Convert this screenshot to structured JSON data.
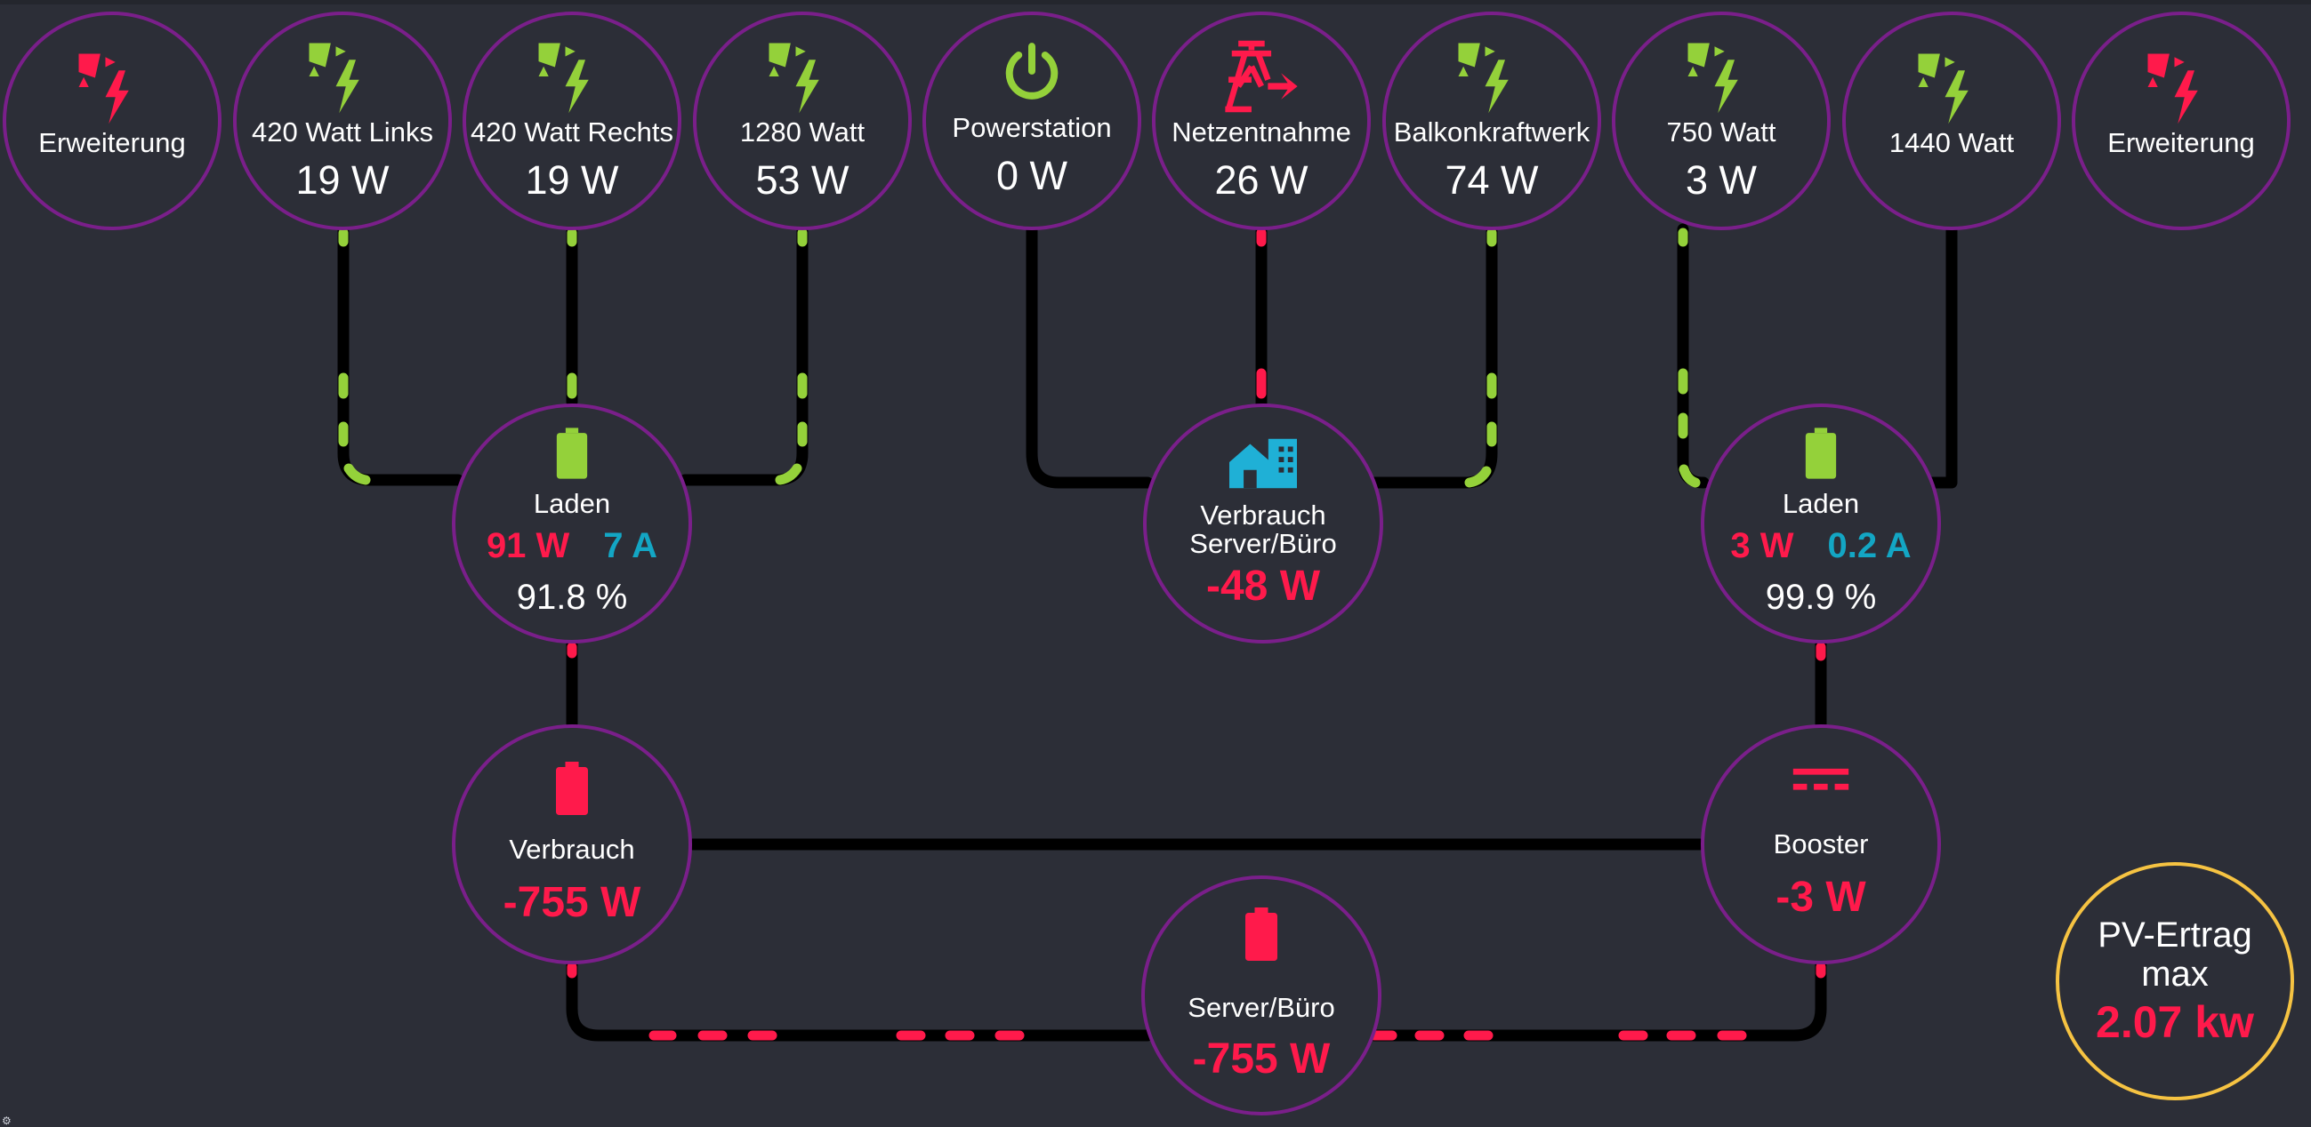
{
  "colors": {
    "background": "#2c2e37",
    "ring": "#7a1f8a",
    "ring_pv": "#f6c342",
    "solar_green": "#94d13a",
    "alert_red": "#ff1a4b",
    "current_cyan": "#13a6c4",
    "house_blue": "#1fb0d6",
    "line": "#000000"
  },
  "top_row": [
    {
      "label": "Erweiterung",
      "value": "",
      "icon": "solar-power-icon-red"
    },
    {
      "label": "420 Watt Links",
      "value": "19 W",
      "icon": "solar-power-icon"
    },
    {
      "label": "420 Watt Rechts",
      "value": "19 W",
      "icon": "solar-power-icon"
    },
    {
      "label": "1280 Watt",
      "value": "53 W",
      "icon": "solar-power-icon"
    },
    {
      "label": "Powerstation",
      "value": "0 W",
      "icon": "power-icon"
    },
    {
      "label": "Netzentnahme",
      "value": "26 W",
      "icon": "transmission-tower-icon"
    },
    {
      "label": "Balkonkraftwerk",
      "value": "74 W",
      "icon": "solar-power-icon"
    },
    {
      "label": "750 Watt",
      "value": "3 W",
      "icon": "solar-power-icon"
    },
    {
      "label": "1440 Watt",
      "value": "",
      "icon": "solar-power-icon"
    },
    {
      "label": "Erweiterung",
      "value": "",
      "icon": "solar-power-icon-red"
    }
  ],
  "charge_left": {
    "label": "Laden",
    "watts": "91 W",
    "amps": "7 A",
    "percent": "91.8 %",
    "icon": "battery-charging-icon"
  },
  "home_office": {
    "label_line1": "Verbrauch",
    "label_line2": "Server/Büro",
    "value": "-48 W",
    "icon": "home-city-icon"
  },
  "charge_right": {
    "label": "Laden",
    "watts": "3 W",
    "amps": "0.2 A",
    "percent": "99.9 %",
    "icon": "battery-charging-icon"
  },
  "consumption": {
    "label": "Verbrauch",
    "value": "-755 W",
    "icon": "battery-red-icon"
  },
  "booster": {
    "label": "Booster",
    "value": "-3 W",
    "icon": "current-dc-icon"
  },
  "server_office": {
    "label": "Server/Büro",
    "value": "-755 W",
    "icon": "battery-red-icon"
  },
  "pv_yield": {
    "label_line1": "PV-Ertrag",
    "label_line2": "max",
    "value": "2.07 kw"
  }
}
